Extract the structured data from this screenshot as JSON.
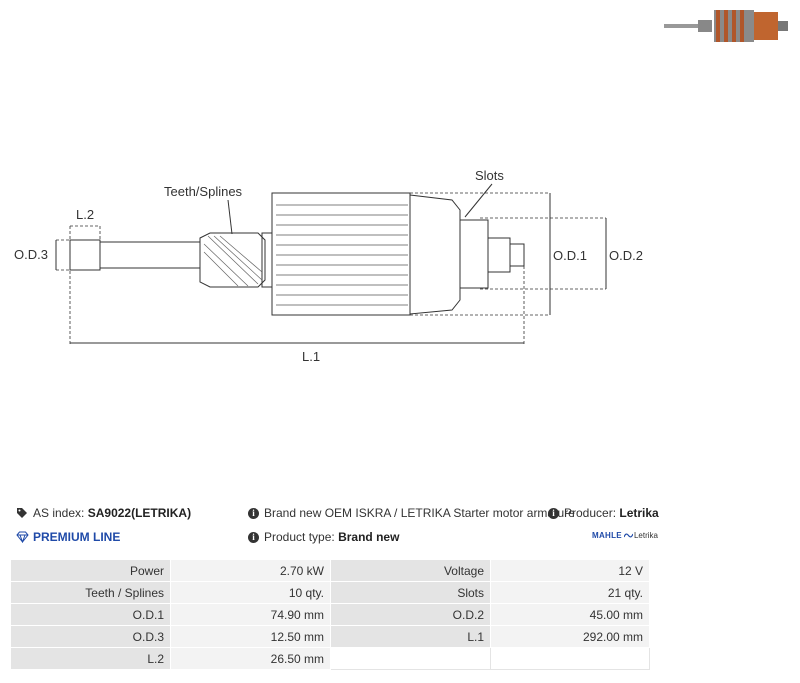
{
  "diagram": {
    "labels": {
      "teeth": "Teeth/Splines",
      "slots": "Slots",
      "l2": "L.2",
      "od3": "O.D.3",
      "od1": "O.D.1",
      "od2": "O.D.2",
      "l1": "L.1"
    }
  },
  "info": {
    "as_index_label": "AS index:",
    "as_index_value": "SA9022(LETRIKA)",
    "description": "Brand new OEM ISKRA / LETRIKA Starter motor armature",
    "producer_label": "Producer:",
    "producer_value": "Letrika",
    "premium_label": "PREMIUM LINE",
    "product_type_label": "Product type:",
    "product_type_value": "Brand new",
    "logo_mahle": "MAHLE",
    "logo_letrika": "Letrika"
  },
  "specs": {
    "rows": [
      {
        "k1": "Power",
        "v1": "2.70 kW",
        "k2": "Voltage",
        "v2": "12 V"
      },
      {
        "k1": "Teeth / Splines",
        "v1": "10 qty.",
        "k2": "Slots",
        "v2": "21 qty."
      },
      {
        "k1": "O.D.1",
        "v1": "74.90 mm",
        "k2": "O.D.2",
        "v2": "45.00 mm"
      },
      {
        "k1": "O.D.3",
        "v1": "12.50 mm",
        "k2": "L.1",
        "v2": "292.00 mm"
      },
      {
        "k1": "L.2",
        "v1": "26.50 mm",
        "k2": "",
        "v2": ""
      }
    ]
  },
  "colors": {
    "copper": "#b0562a",
    "accent": "#1f4aa8"
  }
}
